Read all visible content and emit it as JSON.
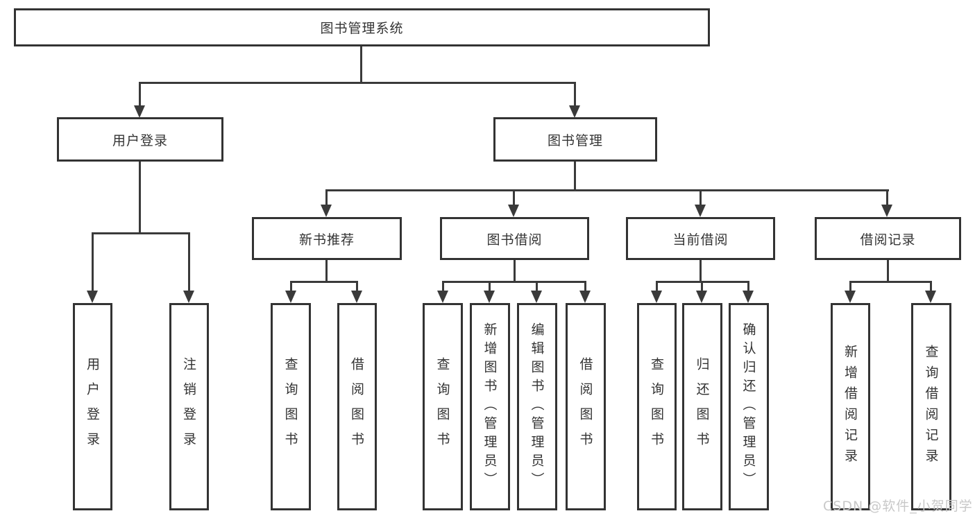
{
  "nodes": {
    "root": "图书管理系统",
    "level2": {
      "user_login": "用户登录",
      "book_management": "图书管理"
    },
    "level3": {
      "new_book_recommend": "新书推荐",
      "book_borrowing": "图书借阅",
      "current_borrowing": "当前借阅",
      "borrowing_records": "借阅记录"
    },
    "leaves": {
      "user_login": "用户登录",
      "logout": "注销登录",
      "recommend_query_books": "查询图书",
      "recommend_borrow_books": "借阅图书",
      "borrowing_query_books": "查询图书",
      "borrowing_add_books_admin": "新增图书（管理员）",
      "borrowing_edit_books_admin": "编辑图书（管理员）",
      "borrowing_borrow_books": "借阅图书",
      "current_query_books": "查询图书",
      "current_return_books": "归还图书",
      "current_confirm_return_admin": "确认归还（管理员）",
      "records_add_record": "新增借阅记录",
      "records_query_record": "查询借阅记录"
    }
  },
  "colors": {
    "line": "#3a3a3a",
    "box_border": "#333333",
    "text": "#333333",
    "background": "#ffffff",
    "watermark": "#c8c8c8"
  },
  "watermark": {
    "text": "CSDN @软件_小贺同学"
  }
}
